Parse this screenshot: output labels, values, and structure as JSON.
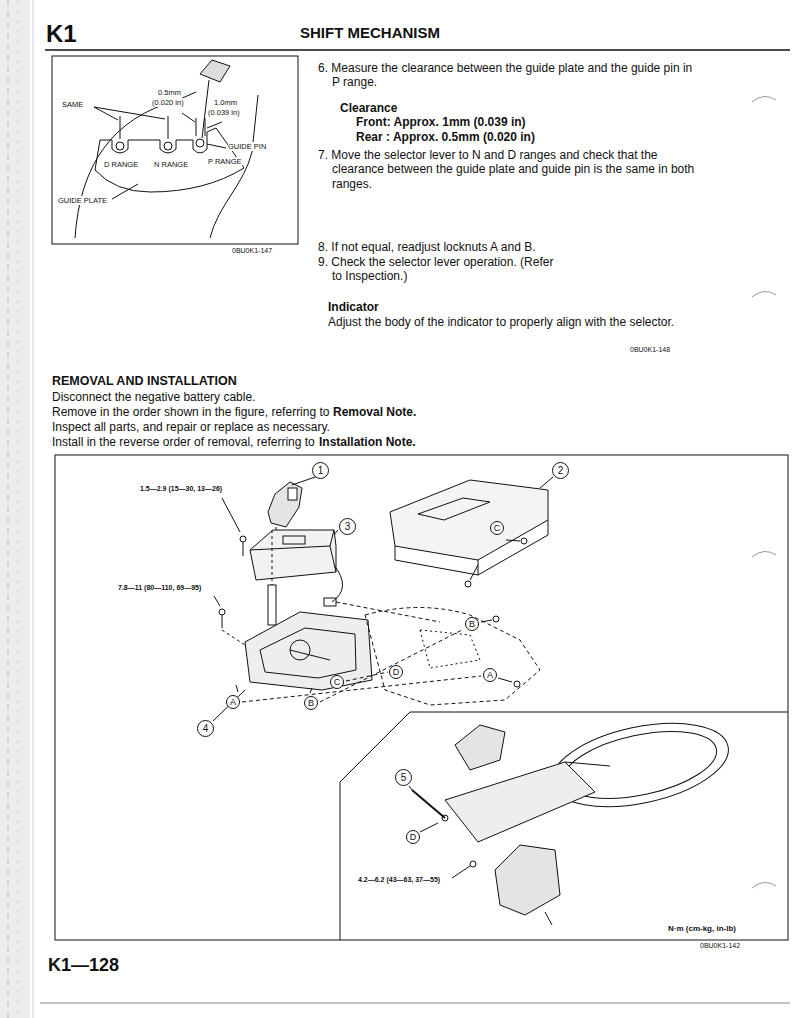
{
  "diagram": {
    "title": "SHIFT MECHANISM",
    "labels": [
      "K1",
      "SAME",
      "0.5mm",
      "(0.020 in)",
      "1.0mm",
      "(0.039 in)",
      "GUIDE PIN",
      "D RANGE",
      "N RANGE",
      "P RANGE",
      "GUIDE PLATE",
      "0BU0K1-147",
      "6. Measure the clearance between the guide plate and the guide pin in P range.",
      "Clearance",
      "Front: Approx. 1mm (0.039 in)",
      "Rear : Approx. 0.5mm (0.020 in)",
      "7. Move the selector lever to N and D ranges and check that the clearance between the guide plate and guide pin is the same in both ranges.",
      "8. If not equal, readjust locknuts A and B.",
      "9. Check the selector lever operation. (Refer to Inspection.)",
      "Indicator",
      "Adjust the body of the indicator to properly align with the selector.",
      "0BU0K1-148",
      "REMOVAL AND INSTALLATION",
      "Disconnect the negative battery cable.",
      "Remove in the order shown in the figure, referring to",
      "Removal Note.",
      "Inspect all parts, and repair or replace as necessary.",
      "Install in the reverse order of removal, referring to",
      "Installation Note.",
      "1.5—2.9 (15—30, 13—26)",
      "1",
      "2",
      "C",
      "3",
      "7.8—11 (80—110, 69—95)",
      "B",
      "D",
      "C",
      "A",
      "4",
      "A",
      "B",
      "5",
      "D",
      "4.2—6.2 (43—63, 37—55)",
      "N·m (cm-kg, in-lb)",
      "0BU0K1-142",
      "K1—128"
    ]
  }
}
